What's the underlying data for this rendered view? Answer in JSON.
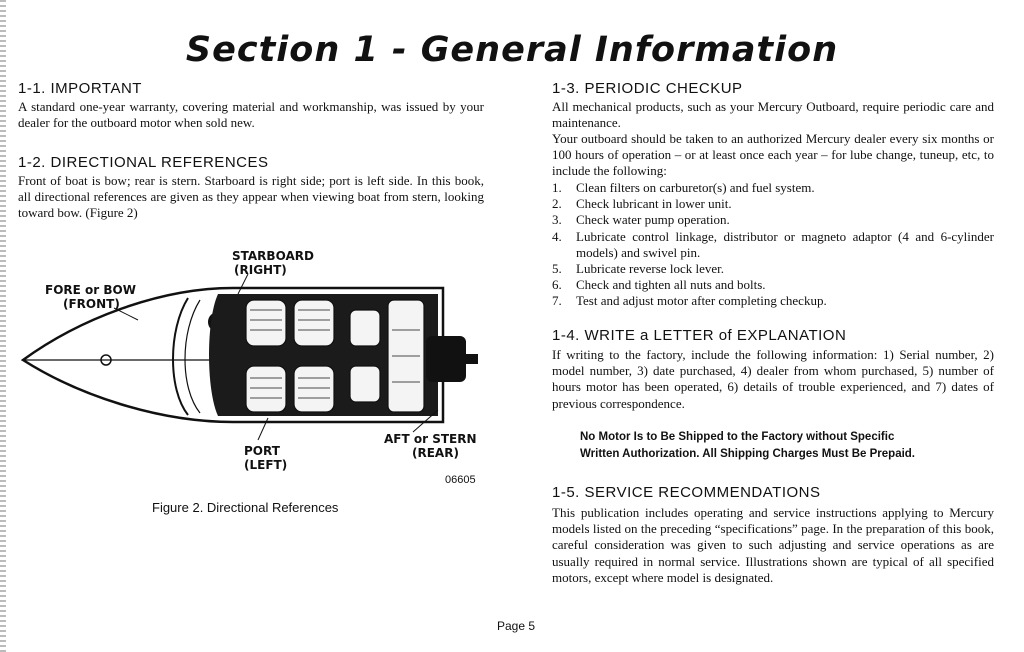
{
  "page_title": "Section 1 - General Information",
  "left": {
    "s1": {
      "heading": "1-1. IMPORTANT",
      "body": "A standard one-year warranty, covering material and workmanship, was issued by your dealer for the outboard motor when sold new."
    },
    "s2": {
      "heading": "1-2. DIRECTIONAL REFERENCES",
      "body": "Front of boat is bow; rear is stern. Starboard is right side; port is left side. In this book, all directional references are given as they appear when viewing boat from stern, looking toward bow. (Figure 2)"
    },
    "figure": {
      "starboard": "STARBOARD",
      "right": "(RIGHT)",
      "fore": "FORE or BOW",
      "front": "(FRONT)",
      "port": "PORT",
      "left": "(LEFT)",
      "aft": "AFT or STERN",
      "rear": "(REAR)",
      "number": "06605",
      "caption": "Figure 2. Directional References"
    }
  },
  "right": {
    "s3": {
      "heading": "1-3. PERIODIC CHECKUP",
      "intro1": "All mechanical products, such as your Mercury Outboard, require periodic care and maintenance.",
      "intro2": "Your outboard should be taken to an authorized Mercury dealer every six months or 100 hours of operation – or at least once each year – for lube change, tuneup, etc, to include the following:",
      "items": [
        {
          "num": "1.",
          "text": "Clean filters on carburetor(s) and fuel system."
        },
        {
          "num": "2.",
          "text": "Check lubricant in lower unit."
        },
        {
          "num": "3.",
          "text": "Check water pump operation."
        },
        {
          "num": "4.",
          "text": "Lubricate control linkage, distributor or magneto adaptor (4 and 6-cylinder models) and swivel pin."
        },
        {
          "num": "5.",
          "text": "Lubricate reverse lock lever."
        },
        {
          "num": "6.",
          "text": "Check and tighten all nuts and bolts."
        },
        {
          "num": "7.",
          "text": "Test and adjust motor after completing checkup."
        }
      ]
    },
    "s4": {
      "heading": "1-4. WRITE a LETTER of EXPLANATION",
      "body": "If writing to the factory, include the following information: 1) Serial number, 2) model number, 3) date purchased, 4) dealer from whom purchased, 5) number of hours motor has been operated, 6) details of trouble experienced, and 7) dates of previous correspondence."
    },
    "notice": {
      "line1": "No Motor Is to Be Shipped to the Factory without Specific",
      "line2": "Written Authorization. All Shipping Charges Must Be Prepaid."
    },
    "s5": {
      "heading": "1-5. SERVICE RECOMMENDATIONS",
      "body": "This publication includes operating and service instructions applying to Mercury models listed on the preceding “specifications” page. In the preparation of this book, careful consideration was given to such adjusting and service operations as are usually required in normal service. Illustrations shown are typical of all specified motors, except where model is designated."
    }
  },
  "footer": {
    "page": "Page 5"
  }
}
